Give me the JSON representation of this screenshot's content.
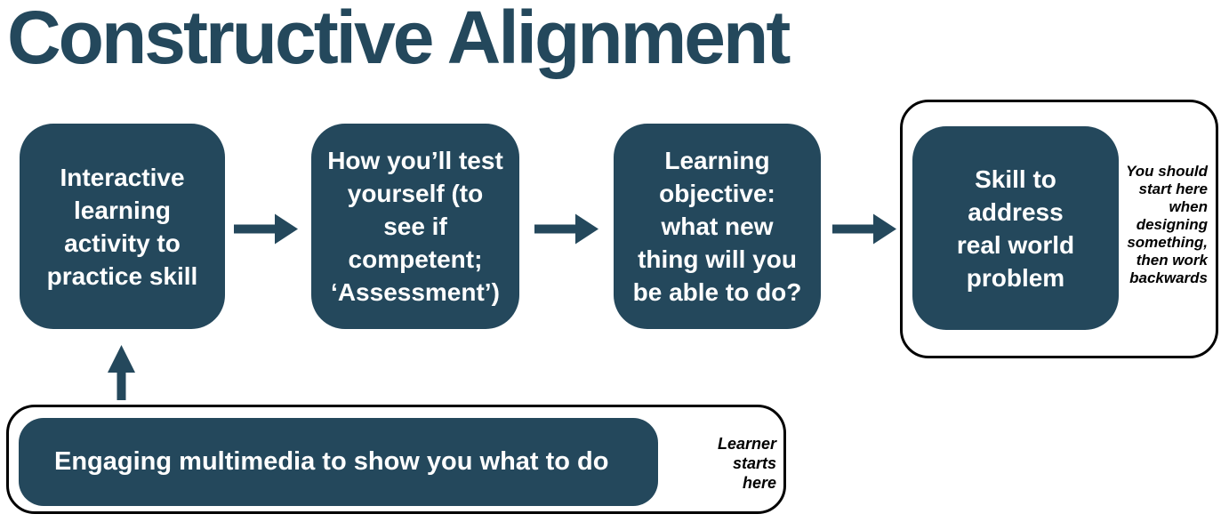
{
  "title": "Constructive Alignment",
  "colors": {
    "teal": "#24485C",
    "text_on_teal": "#FFFFFF",
    "annotation": "#000000",
    "border": "#000000",
    "background": "#FFFFFF"
  },
  "flow": {
    "boxes": [
      {
        "id": "interactive-activity",
        "label": "Interactive\nlearning\nactivity to\npractice skill"
      },
      {
        "id": "assessment",
        "label": "How you’ll test\nyourself (to\nsee if\ncompetent;\n‘Assessment’)"
      },
      {
        "id": "learning-objective",
        "label": "Learning\nobjective:\nwhat new\nthing will you\nbe able to do?"
      },
      {
        "id": "skill",
        "label": "Skill to\naddress\nreal world\nproblem"
      }
    ],
    "designer_note": "You should\nstart here\nwhen\ndesigning\nsomething,\nthen work\nbackwards",
    "multimedia_box": {
      "label": "Engaging multimedia to show you what to do"
    },
    "learner_note": "Learner\nstarts\nhere"
  }
}
